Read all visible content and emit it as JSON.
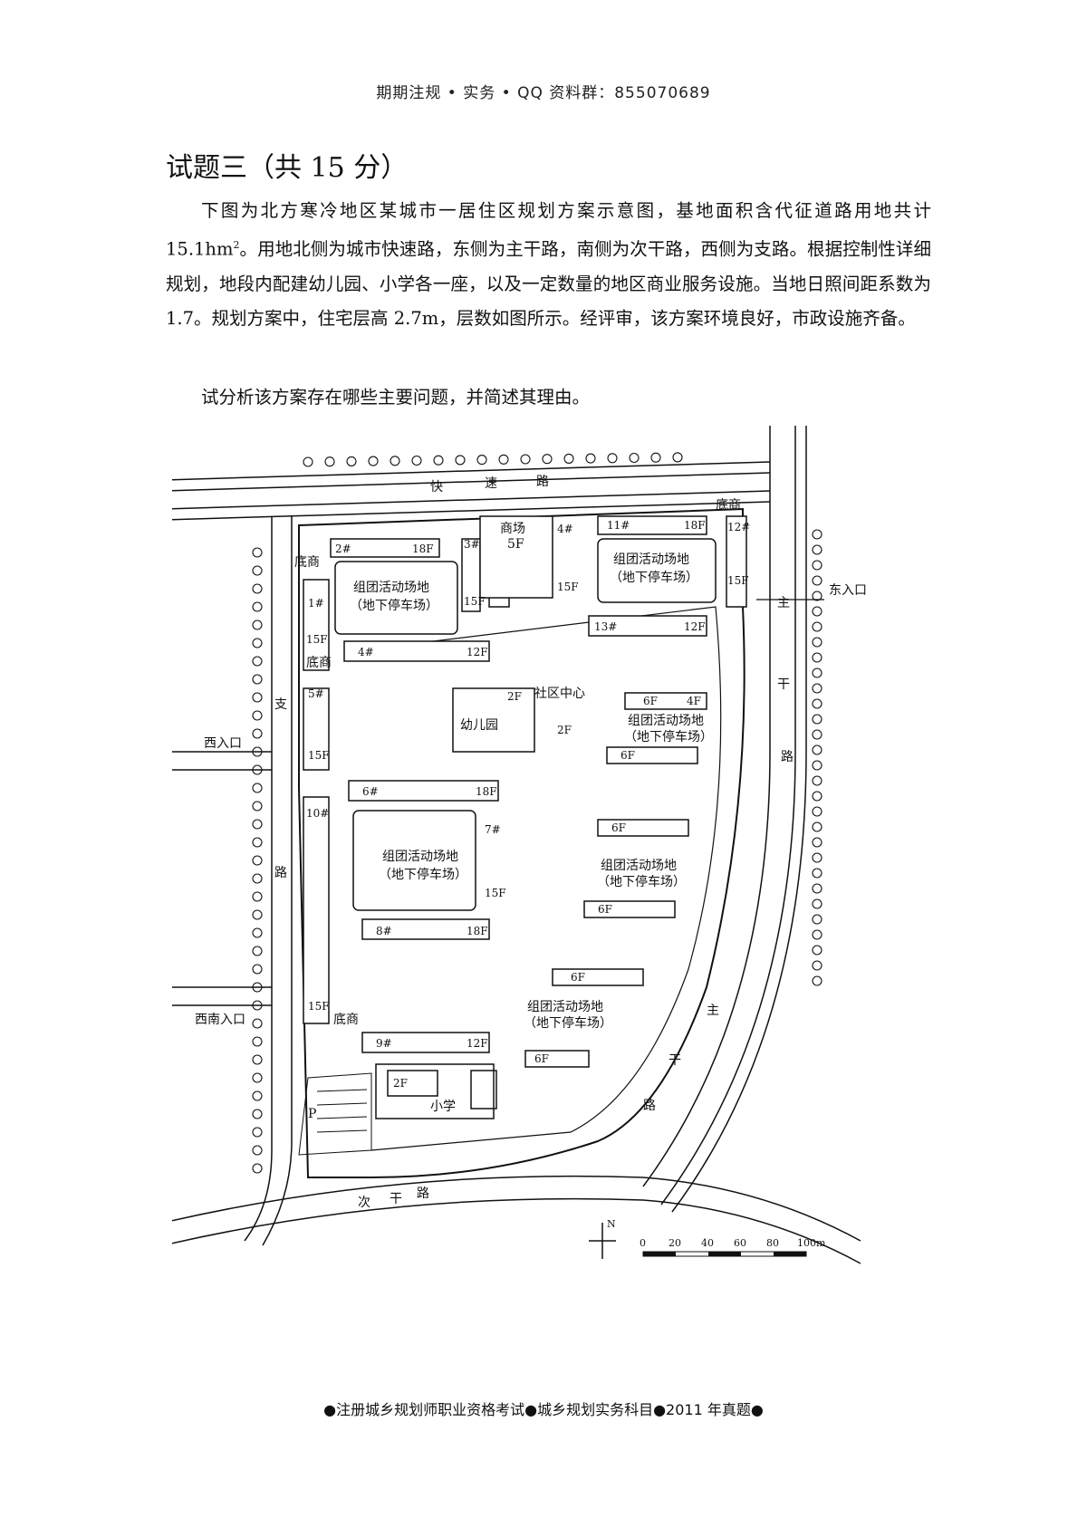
{
  "header": "期期注规 • 实务 • QQ 资料群：855070689",
  "title": "试题三（共 15 分）",
  "paragraph1_before": "下图为北方寒冷地区某城市一居住区规划方案示意图，基地面积含代征道路用地共计 15.1hm",
  "paragraph1_sup": "2",
  "paragraph1_after": "。用地北侧为城市快速路，东侧为主干路，南侧为次干路，西侧为支路。根据控制性详细规划，地段内配建幼儿园、小学各一座，以及一定数量的地区商业服务设施。当地日照间距系数为 1.7。规划方案中，住宅层高 2.7m，层数如图所示。经评审，该方案环境良好，市政设施齐备。",
  "paragraph2": "试分析该方案存在哪些主要问题，并简述其理由。",
  "plan": {
    "roads": {
      "expressway": [
        "快",
        "速",
        "路"
      ],
      "branch": [
        "支",
        "路"
      ],
      "arterial": [
        "主",
        "干",
        "路"
      ],
      "secondary": [
        "次",
        "干",
        "路"
      ]
    },
    "entrances": {
      "east": "东入口",
      "west": "西入口",
      "southwest": "西南入口"
    },
    "shops": {
      "mall": "商场",
      "mall_floors": "5F",
      "ground_shop": "底商"
    },
    "community_center": "社区中心",
    "kindergarten": "幼儿园",
    "school": "小学",
    "activity_line1": "组团活动场地",
    "activity_line2": "（地下停车场）",
    "parking": "P",
    "floors": {
      "f2": "2F",
      "f4": "4F",
      "f6": "6F",
      "f12": "12F",
      "f15": "15F",
      "f18": "18F"
    },
    "buildings": [
      "1#",
      "2#",
      "3#",
      "4#",
      "5#",
      "6#",
      "7#",
      "8#",
      "9#",
      "10#",
      "11#",
      "12#",
      "13#"
    ],
    "scale": {
      "labels": [
        "0",
        "20",
        "40",
        "60",
        "80",
        "100m"
      ],
      "north": "N"
    }
  },
  "footer": "●注册城乡规划师职业资格考试●城乡规划实务科目●2011 年真题●"
}
